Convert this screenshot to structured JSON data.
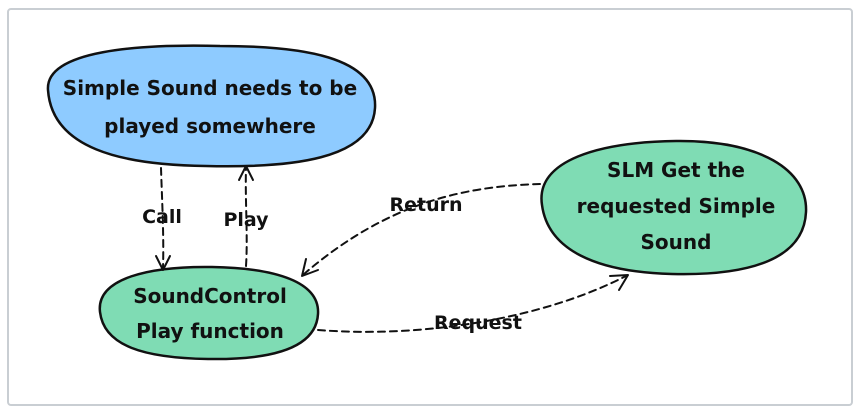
{
  "diagram": {
    "nodes": {
      "simple_sound": {
        "lines": [
          "Simple Sound needs to be",
          "played somewhere"
        ],
        "color": "#8ecbff"
      },
      "slm": {
        "lines": [
          "SLM Get the",
          "requested Simple",
          "Sound"
        ],
        "color": "#7fdcb4"
      },
      "soundcontrol": {
        "lines": [
          "SoundControl",
          "Play function"
        ],
        "color": "#7fdcb4"
      }
    },
    "edges": {
      "call": {
        "label": "Call"
      },
      "play": {
        "label": "Play"
      },
      "return": {
        "label": "Return"
      },
      "request": {
        "label": "Request"
      }
    }
  }
}
